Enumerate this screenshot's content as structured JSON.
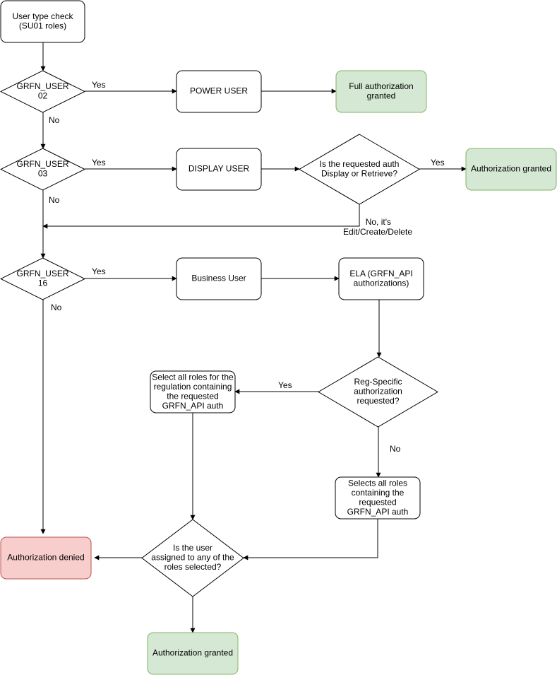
{
  "colors": {
    "default_fill": "#ffffff",
    "stroke": "#000000",
    "granted_fill": "#d5e8d4",
    "granted_stroke": "#82b366",
    "denied_fill": "#f8cecc",
    "denied_stroke": "#b85450"
  },
  "nodes": {
    "start": [
      "User type check",
      "(SU01 roles)"
    ],
    "d1": [
      "GRFN_USER",
      "02"
    ],
    "power": [
      "POWER USER"
    ],
    "full": [
      "Full authorization",
      "granted"
    ],
    "d2": [
      "GRFN_USER",
      "03"
    ],
    "display": [
      "DISPLAY USER"
    ],
    "d_req": [
      "Is the requested auth",
      "Display or Retrieve?"
    ],
    "granted1": [
      "Authorization granted"
    ],
    "d3": [
      "GRFN_USER",
      "16"
    ],
    "business": [
      "Business User"
    ],
    "ela": [
      "ELA (GRFN_API",
      "authorizations)"
    ],
    "d_reg": [
      "Reg-Specific",
      "authorization",
      "requested?"
    ],
    "select_reg": [
      "Select all roles for the",
      "regulation containing",
      "the requested",
      "GRFN_API auth"
    ],
    "select_all": [
      "Selects all roles",
      "containing the",
      "requested",
      "GRFN_API auth"
    ],
    "d_assigned": [
      "Is the user",
      "assigned to any of the",
      "roles selected?"
    ],
    "denied": [
      "Authorization denied"
    ],
    "granted2": [
      "Authorization granted"
    ]
  },
  "edge_labels": {
    "d1_yes": "Yes",
    "d1_no": "No",
    "d2_yes": "Yes",
    "d2_no": "No",
    "req_yes": "Yes",
    "req_no": [
      "No, it's",
      "Edit/Create/Delete"
    ],
    "d3_yes": "Yes",
    "d3_no": "No",
    "reg_yes": "Yes",
    "reg_no": "No"
  }
}
